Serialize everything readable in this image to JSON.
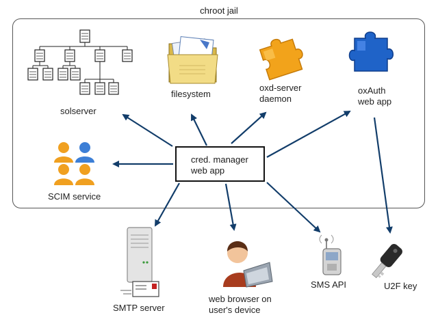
{
  "diagram": {
    "jail_label": "chroot jail",
    "hub": {
      "line1": "cred. manager",
      "line2": "web app"
    },
    "nodes": {
      "solserver": {
        "label": "solserver",
        "icon": "org-chart-icon"
      },
      "filesystem": {
        "label": "filesystem",
        "icon": "folder-icon"
      },
      "oxd_server": {
        "line1": "oxd-server",
        "line2": "daemon",
        "icon": "puzzle-piece-icon"
      },
      "oxauth": {
        "line1": "oxAuth",
        "line2": "web app",
        "icon": "puzzle-piece-icon"
      },
      "scim": {
        "label": "SCIM service",
        "icon": "users-group-icon"
      },
      "smtp": {
        "label": "SMTP server",
        "icon": "server-tower-icon"
      },
      "browser": {
        "line1": "web browser on",
        "line2": "user's device",
        "icon": "user-laptop-icon"
      },
      "sms": {
        "label": "SMS API",
        "icon": "mobile-phone-icon"
      },
      "u2f": {
        "label": "U2F key",
        "icon": "key-icon"
      }
    },
    "edges": [
      {
        "from": "cred. manager web app",
        "to": "solserver"
      },
      {
        "from": "cred. manager web app",
        "to": "filesystem"
      },
      {
        "from": "cred. manager web app",
        "to": "oxd-server daemon"
      },
      {
        "from": "cred. manager web app",
        "to": "oxAuth web app"
      },
      {
        "from": "cred. manager web app",
        "to": "SCIM service"
      },
      {
        "from": "cred. manager web app",
        "to": "SMTP server"
      },
      {
        "from": "cred. manager web app",
        "to": "web browser on user's device"
      },
      {
        "from": "cred. manager web app",
        "to": "SMS API"
      },
      {
        "from": "oxAuth web app",
        "to": "U2F key"
      }
    ],
    "colors": {
      "arrow": "#123d6a",
      "box_border": "#555555",
      "hub_border": "#111111"
    }
  }
}
